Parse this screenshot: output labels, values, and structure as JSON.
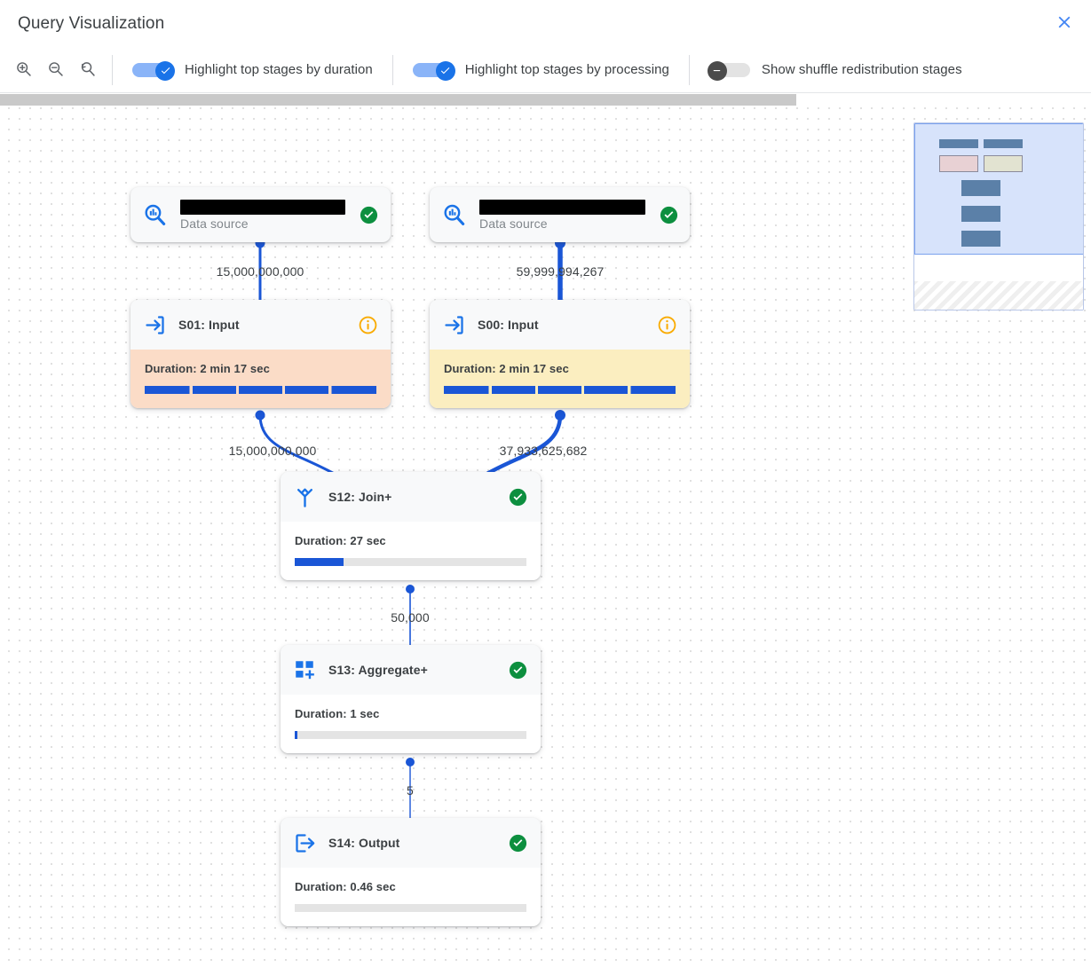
{
  "header": {
    "title": "Query Visualization",
    "close_icon": "close-icon"
  },
  "toolbar": {
    "zoom_in_icon": "zoom-in-icon",
    "zoom_out_icon": "zoom-out-icon",
    "zoom_reset_icon": "zoom-reset-icon",
    "toggles": [
      {
        "label": "Highlight top stages by duration",
        "state": "on"
      },
      {
        "label": "Highlight top stages by processing",
        "state": "on"
      },
      {
        "label": "Show shuffle redistribution stages",
        "state": "off"
      }
    ]
  },
  "colors": {
    "accent_blue": "#1a73e8",
    "edge_blue": "#1a56d6",
    "status_green": "#0f9d58",
    "info_orange": "#f9ab00",
    "highlight_duration": "#fbdcc7",
    "highlight_processing": "#fbeec0",
    "bar_track": "#e4e4e4"
  },
  "graph": {
    "nodes": [
      {
        "id": "ds-left",
        "kind": "data-source",
        "icon": "data-source-search-icon",
        "name_redacted": true,
        "subtitle": "Data source",
        "status": "success"
      },
      {
        "id": "ds-right",
        "kind": "data-source",
        "icon": "data-source-search-icon",
        "name_redacted": true,
        "subtitle": "Data source",
        "status": "success"
      },
      {
        "id": "S01",
        "kind": "stage",
        "icon": "input-arrow-icon",
        "title": "S01: Input",
        "status": "info",
        "duration": "Duration: 2 min 17 sec",
        "bar_percent": 100,
        "highlight": "duration"
      },
      {
        "id": "S00",
        "kind": "stage",
        "icon": "input-arrow-icon",
        "title": "S00: Input",
        "status": "info",
        "duration": "Duration: 2 min 17 sec",
        "bar_percent": 100,
        "highlight": "processing"
      },
      {
        "id": "S12",
        "kind": "stage",
        "icon": "join-merge-icon",
        "title": "S12: Join+",
        "status": "success",
        "duration": "Duration: 27 sec",
        "bar_percent": 21,
        "highlight": "none"
      },
      {
        "id": "S13",
        "kind": "stage",
        "icon": "aggregate-squares-icon",
        "title": "S13: Aggregate+",
        "status": "success",
        "duration": "Duration: 1 sec",
        "bar_percent": 1,
        "highlight": "none"
      },
      {
        "id": "S14",
        "kind": "stage",
        "icon": "output-arrow-icon",
        "title": "S14: Output",
        "status": "success",
        "duration": "Duration: 0.46 sec",
        "bar_percent": 0,
        "highlight": "none"
      }
    ],
    "edges": [
      {
        "from": "ds-left",
        "to": "S01",
        "label": "15,000,000,000"
      },
      {
        "from": "ds-right",
        "to": "S00",
        "label": "59,999,994,267"
      },
      {
        "from": "S01",
        "to": "S12",
        "label": "15,000,000,000"
      },
      {
        "from": "S00",
        "to": "S12",
        "label": "37,933,625,682"
      },
      {
        "from": "S12",
        "to": "S13",
        "label": "50,000"
      },
      {
        "from": "S13",
        "to": "S14",
        "label": "5"
      }
    ]
  },
  "minimap": {
    "name": "graph-minimap"
  }
}
